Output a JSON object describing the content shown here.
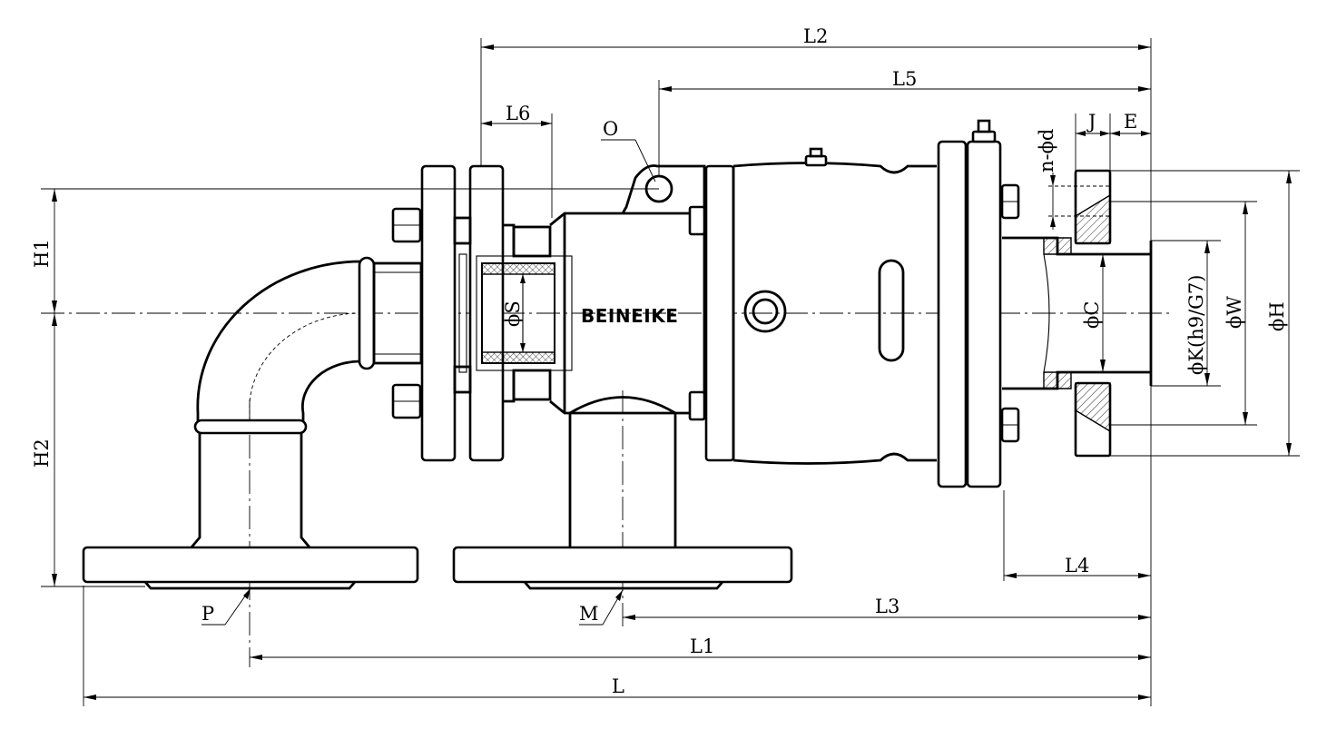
{
  "brand": {
    "text": "BEINEIKE"
  },
  "dimensions": {
    "L": "L",
    "L1": "L1",
    "L2": "L2",
    "L3": "L3",
    "L4": "L4",
    "L5": "L5",
    "L6": "L6",
    "H1": "H1",
    "H2": "H2",
    "J": "J",
    "E": "E",
    "O": "O",
    "P": "P",
    "M": "M",
    "nd": "n-ϕd",
    "S": "ϕS",
    "C": "ϕC",
    "K": "ϕK(h9/G7)",
    "W": "ϕW",
    "H": "ϕH"
  }
}
